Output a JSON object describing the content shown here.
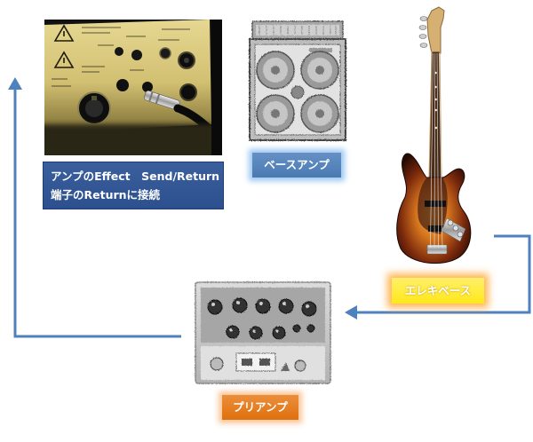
{
  "nodes": [
    {
      "label_line1": "アンプのEffect　Send/Return",
      "label_line2": "端子のReturnに接続"
    },
    {
      "label": "ベースアンプ"
    },
    {
      "label": "エレキベース"
    },
    {
      "label": "プリアンプ"
    }
  ],
  "edges": [
    {
      "from": 2,
      "to": 3
    },
    {
      "from": 3,
      "to": 0
    }
  ],
  "colors": {
    "arrow": "#4f81bd",
    "amp_caption_bg": "#2f5597",
    "bass_amp_label_bg": "#4f81bd",
    "bass_label_bg": "#ffe81a",
    "preamp_label_bg": "#e8750f"
  }
}
